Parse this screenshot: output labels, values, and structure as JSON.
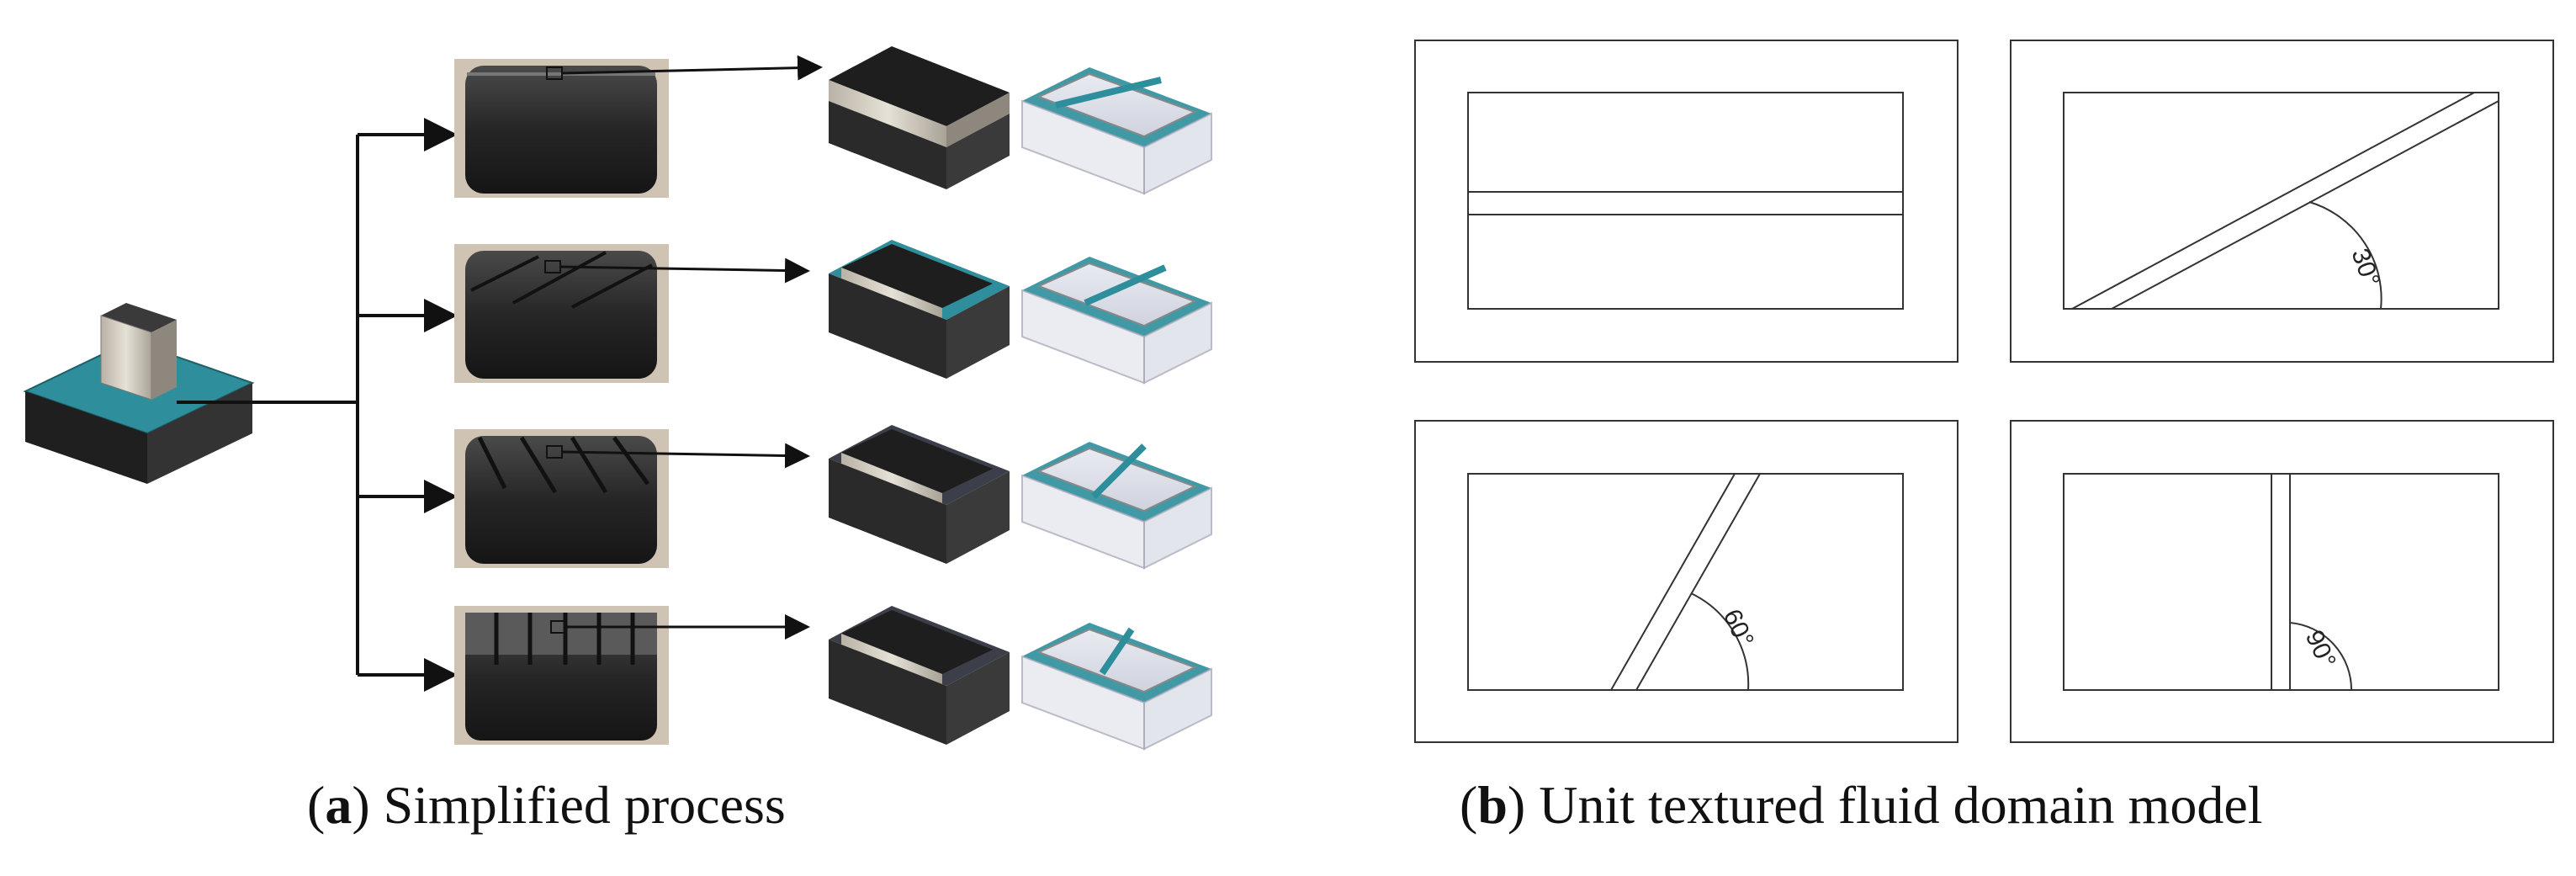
{
  "panel_a": {
    "caption_letter": "a",
    "caption_text": "Simplified process"
  },
  "panel_b": {
    "caption_letter": "b",
    "caption_text": "Unit textured fluid domain model",
    "angles": [
      "30°",
      "60°",
      "90°"
    ]
  },
  "colors": {
    "teal": "#2e8e9c",
    "dark_block": "#1f1f1f",
    "wood_face": "#2b2b2b",
    "silver": "#d6d0c4",
    "outline": "#333333"
  }
}
